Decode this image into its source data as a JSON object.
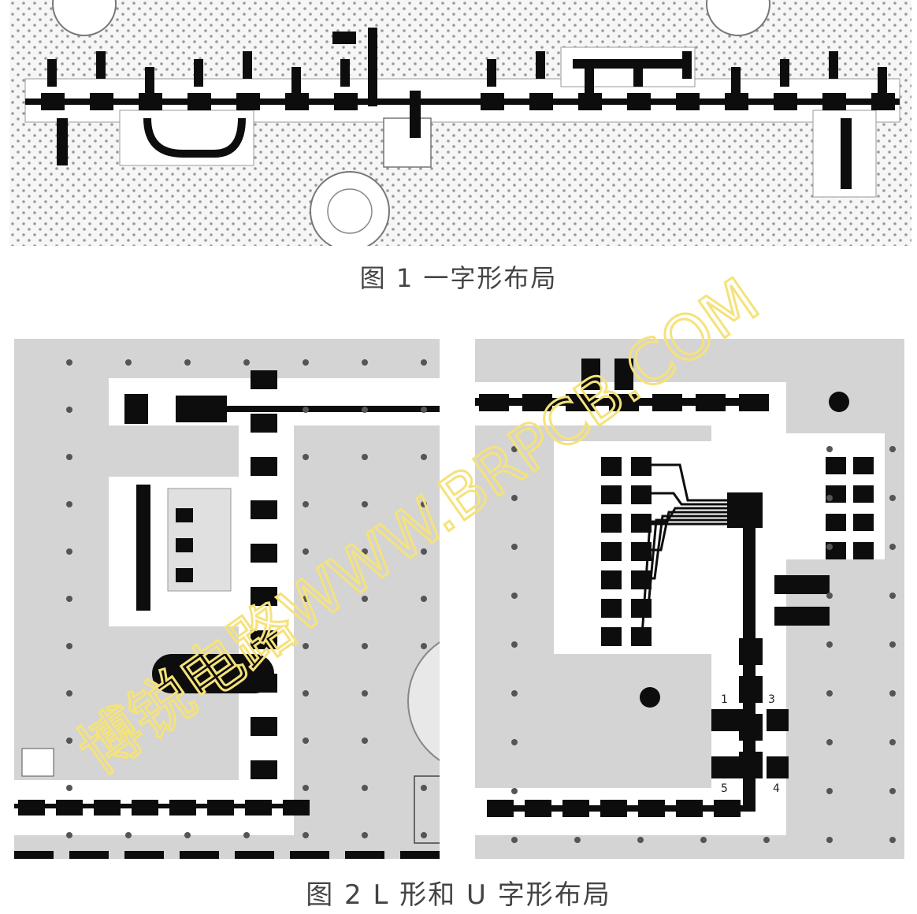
{
  "figure1": {
    "caption": "图 1  一字形布局"
  },
  "figure2": {
    "caption": "图 2 L 形和 U 字形布局",
    "u_labels": [
      "1",
      "3",
      "5",
      "4"
    ]
  },
  "watermark": {
    "text": "博锐电路WWW.BRPCB.COM",
    "color": "#f5e27a"
  },
  "colors": {
    "copper": "#0d0d0d",
    "ground_fill": "#d4d4d4",
    "clearance": "#ffffff"
  }
}
